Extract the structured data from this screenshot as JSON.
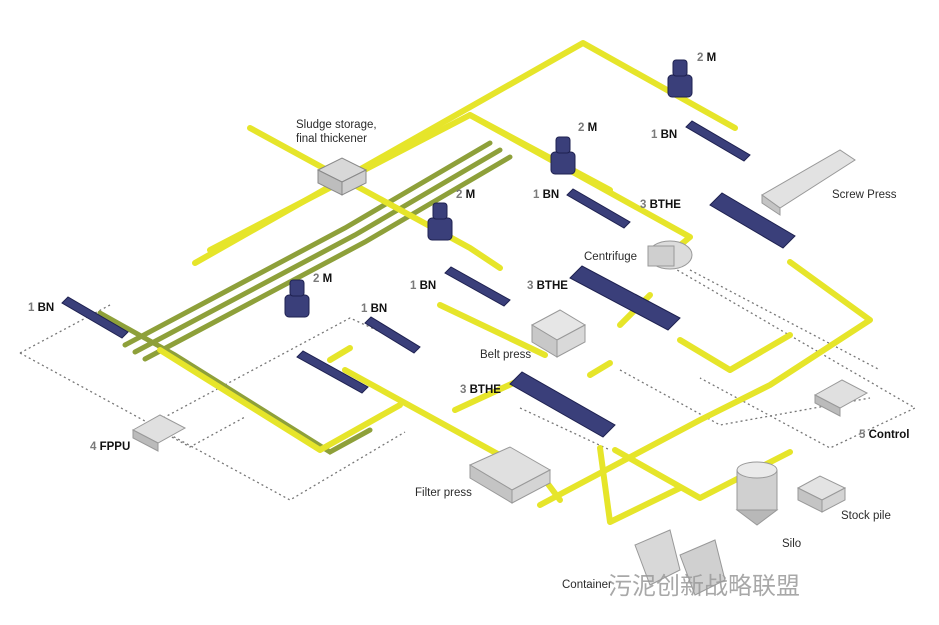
{
  "labels": {
    "sludge_storage": "Sludge storage,",
    "sludge_storage_2": "final thickener",
    "screw_press": "Screw Press",
    "centrifuge": "Centrifuge",
    "belt_press": "Belt press",
    "filter_press": "Filter press",
    "silo": "Silo",
    "stock_pile": "Stock pile",
    "container": "Container"
  },
  "pumps": [
    {
      "num": "2",
      "code": "M"
    },
    {
      "num": "1",
      "code": "BN"
    },
    {
      "num": "2",
      "code": "M"
    },
    {
      "num": "1",
      "code": "BN"
    },
    {
      "num": "3",
      "code": "BTHE"
    },
    {
      "num": "2",
      "code": "M"
    },
    {
      "num": "1",
      "code": "BN"
    },
    {
      "num": "3",
      "code": "BTHE"
    },
    {
      "num": "2",
      "code": "M"
    },
    {
      "num": "1",
      "code": "BN"
    },
    {
      "num": "1",
      "code": "BN"
    },
    {
      "num": "3",
      "code": "BTHE"
    },
    {
      "num": "4",
      "code": "FPPU"
    },
    {
      "num": "5",
      "code": "Control"
    }
  ],
  "watermark": "污泥创新战略联盟",
  "colors": {
    "sludge_line": "#e6e52a",
    "thick_line": "#8ea03a",
    "pump": "#3a3f7a",
    "control_line": "#777777"
  }
}
